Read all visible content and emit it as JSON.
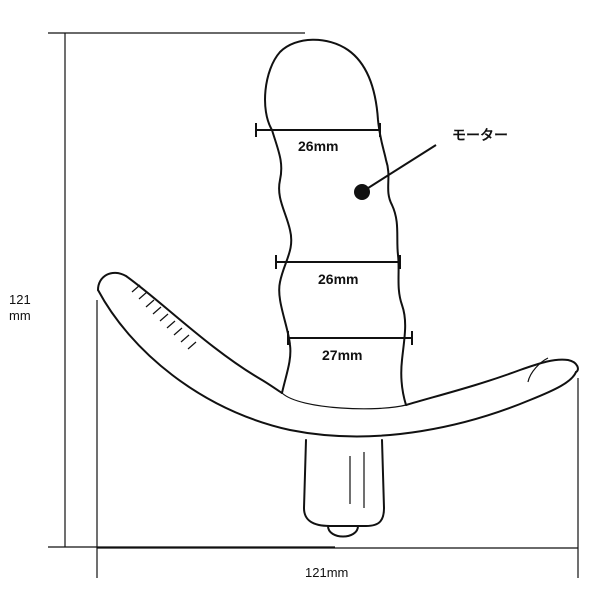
{
  "labels": {
    "height_value": "121",
    "height_unit": "mm",
    "width": "121mm",
    "diameter_top": "26mm",
    "diameter_middle": "26mm",
    "diameter_bottom": "27mm",
    "motor": "モーター"
  }
}
